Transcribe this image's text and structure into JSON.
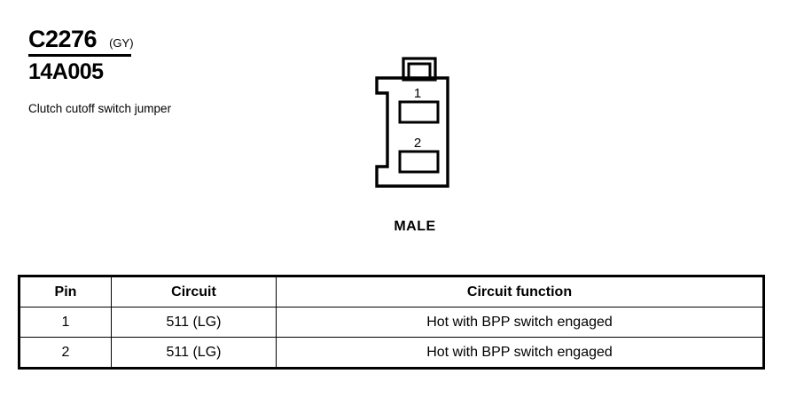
{
  "header": {
    "connector_id": "C2276",
    "connector_color_code": "(GY)",
    "part_number": "14A005",
    "description": "Clutch cutoff switch jumper"
  },
  "connector": {
    "caption": "MALE",
    "gender": "MALE",
    "cavity_labels": [
      "1",
      "2"
    ]
  },
  "table": {
    "columns": [
      "Pin",
      "Circuit",
      "Circuit function"
    ],
    "rows": [
      {
        "pin": "1",
        "circuit": "511 (LG)",
        "function": "Hot with BPP switch engaged"
      },
      {
        "pin": "2",
        "circuit": "511 (LG)",
        "function": "Hot with BPP switch engaged"
      }
    ]
  },
  "colors": {
    "ink": "#000000",
    "background": "#ffffff"
  }
}
